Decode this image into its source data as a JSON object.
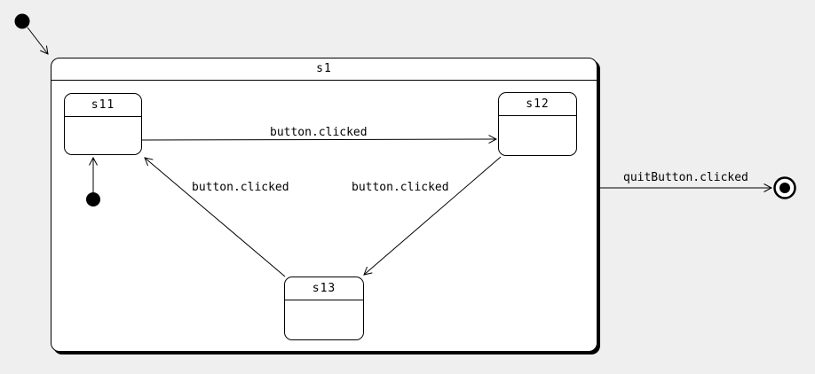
{
  "diagram": {
    "type": "uml-state-machine",
    "composite_state": {
      "label": "s1"
    },
    "states": [
      {
        "id": "s11",
        "label": "s11"
      },
      {
        "id": "s12",
        "label": "s12"
      },
      {
        "id": "s13",
        "label": "s13"
      }
    ],
    "pseudostates": [
      {
        "id": "initial-top-left",
        "kind": "initial",
        "icon": "filled-dot-icon",
        "target": "s1"
      },
      {
        "id": "initial-inner",
        "kind": "initial",
        "icon": "filled-dot-icon",
        "target": "s11"
      },
      {
        "id": "final",
        "kind": "final",
        "icon": "bullseye-icon"
      }
    ],
    "transitions": [
      {
        "from": "initial-top-left",
        "to": "s1",
        "label": ""
      },
      {
        "from": "initial-inner",
        "to": "s11",
        "label": ""
      },
      {
        "from": "s11",
        "to": "s12",
        "label": "button.clicked"
      },
      {
        "from": "s13",
        "to": "s11",
        "label": "button.clicked"
      },
      {
        "from": "s12",
        "to": "s13",
        "label": "button.clicked"
      },
      {
        "from": "s1",
        "to": "final",
        "label": "quitButton.clicked"
      }
    ],
    "colors": {
      "background": "#efefef",
      "state_fill": "#ffffff",
      "stroke": "#000000",
      "shadow": "#000000"
    }
  }
}
